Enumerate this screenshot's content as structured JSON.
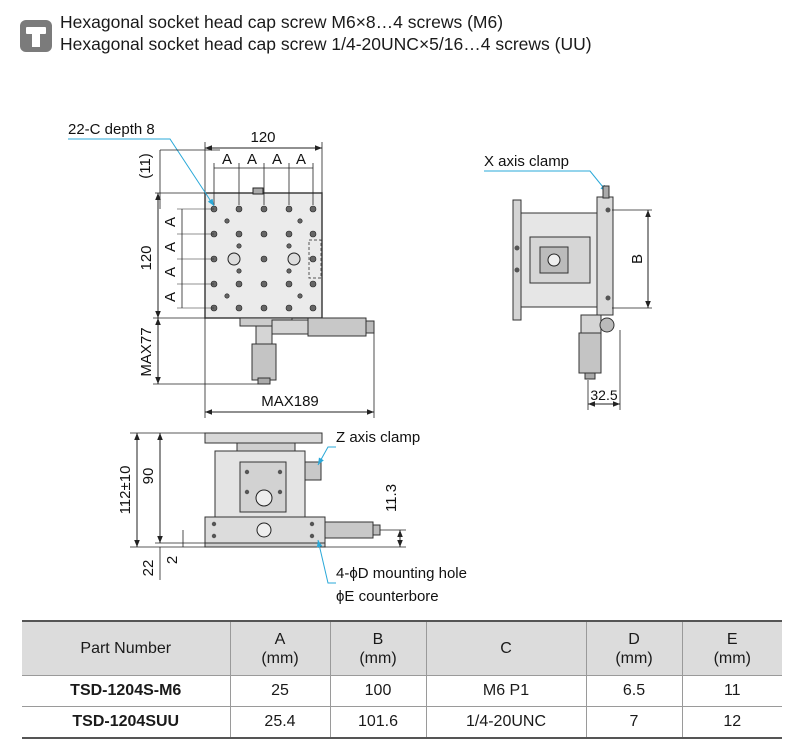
{
  "header": {
    "line1": "Hexagonal socket head cap screw M6×8…4 screws (M6)",
    "line2": "Hexagonal socket head cap screw 1/4-20UNC×5/16…4 screws (UU)",
    "icon": "screw-icon",
    "icon_color": "#7b7b7b"
  },
  "top_view": {
    "tap_label": "22-C depth 8",
    "width_dim": "120",
    "pitch_label": "A",
    "offset_dim": "(11)",
    "height_dim": "120",
    "max_depth_dim": "MAX77",
    "max_width_dim": "MAX189"
  },
  "side_view": {
    "clamp_label": "X axis clamp",
    "b_dim": "B",
    "offset_dim": "32.5"
  },
  "front_view": {
    "clamp_label": "Z axis clamp",
    "total_height_dim": "112±10",
    "stage_height_dim": "90",
    "base_dim": "22",
    "base_step_dim": "2",
    "knob_height_dim": "11.3",
    "mounting_hole_label": "4-ϕD mounting hole",
    "counterbore_label": "ϕE counterbore"
  },
  "table": {
    "headers": [
      {
        "name": "Part Number",
        "unit": ""
      },
      {
        "name": "A",
        "unit": "(mm)"
      },
      {
        "name": "B",
        "unit": "(mm)"
      },
      {
        "name": "C",
        "unit": ""
      },
      {
        "name": "D",
        "unit": "(mm)"
      },
      {
        "name": "E",
        "unit": "(mm)"
      }
    ],
    "rows": [
      [
        "TSD-1204S-M6",
        "25",
        "100",
        "M6 P1",
        "6.5",
        "11"
      ],
      [
        "TSD-1204SUU",
        "25.4",
        "101.6",
        "1/4-20UNC",
        "7",
        "12"
      ]
    ]
  }
}
